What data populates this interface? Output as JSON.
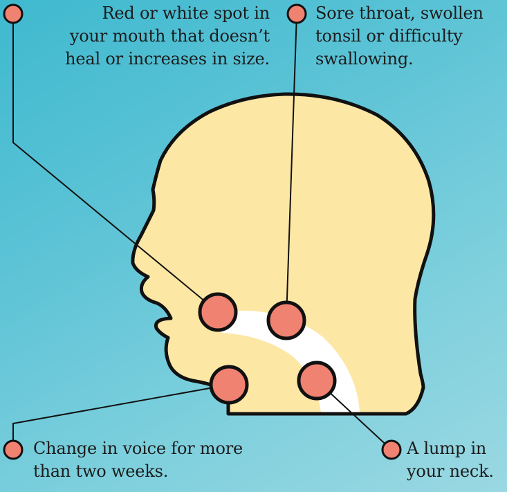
{
  "symptoms": {
    "mouth_spot": {
      "lines": [
        "Red or white spot in",
        "your mouth that doesn’t",
        "heal or increases in size."
      ]
    },
    "throat": {
      "lines": [
        "Sore throat, swollen",
        "tonsil or difficulty",
        "swallowing."
      ]
    },
    "voice": {
      "lines": [
        "Change in voice for more",
        "than two weeks."
      ]
    },
    "lump": {
      "lines": [
        "A lump in",
        "your neck."
      ]
    }
  },
  "colors": {
    "skin": "#fde7a5",
    "outline": "#111111",
    "marker": "#f08272",
    "throat_band": "#ffffff"
  }
}
